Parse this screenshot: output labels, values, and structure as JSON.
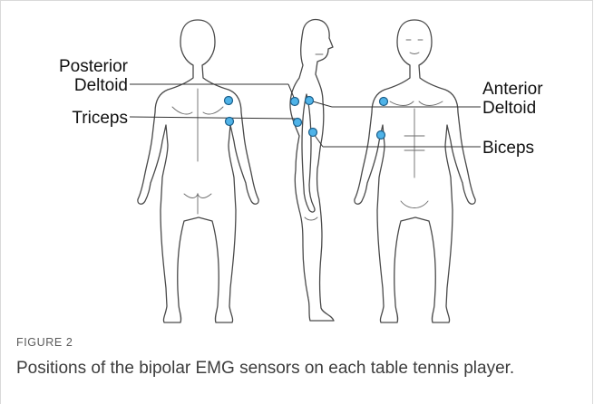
{
  "figure": {
    "number": "FIGURE 2",
    "caption": "Positions of the bipolar EMG sensors on each table tennis player."
  },
  "labels": {
    "posterior_deltoid_line1": "Posterior",
    "posterior_deltoid_line2": "Deltoid",
    "triceps": "Triceps",
    "anterior_deltoid_line1": "Anterior",
    "anterior_deltoid_line2": "Deltoid",
    "biceps": "Biceps"
  },
  "colors": {
    "sensor_fill": "#4fb3e8",
    "sensor_stroke": "#1c5f8a",
    "outline": "#4a4a4a"
  }
}
